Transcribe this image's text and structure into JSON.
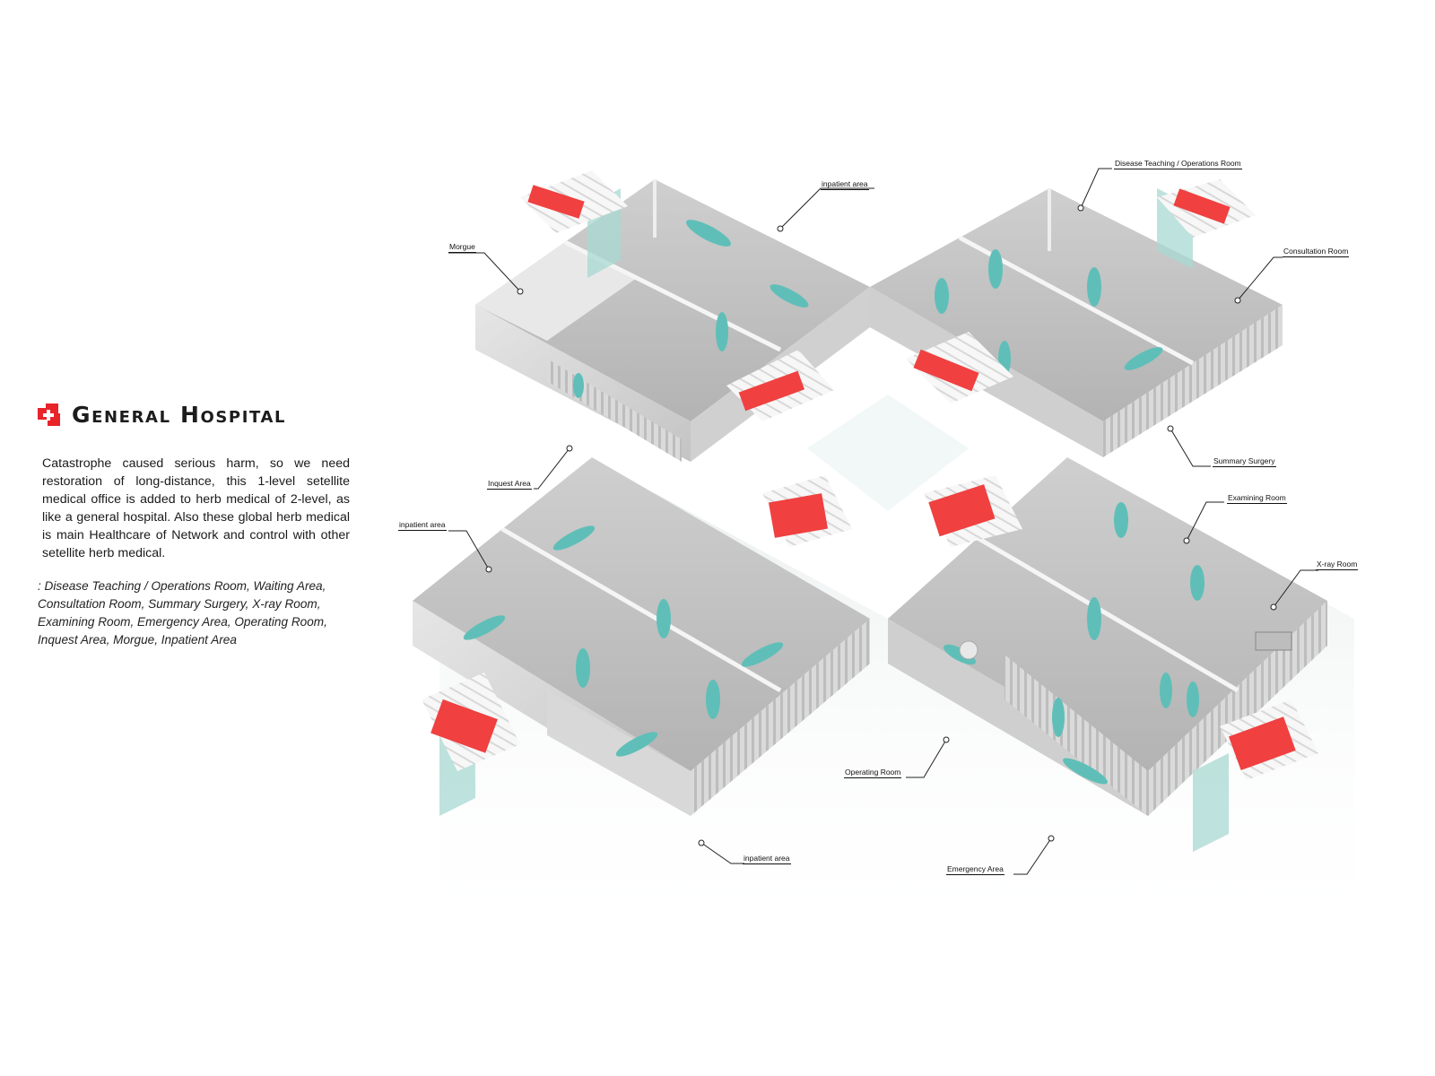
{
  "header": {
    "logo_icon": "red-cross-blocks-icon",
    "title": "General Hospital",
    "brand_color": "#e8242b"
  },
  "description": "Catastrophe caused serious harm, so we need restoration of long-distance, this 1-level setellite medical office is added to herb medical of 2-level, as like a general hospital. Also these global herb medical is main Healthcare of Network and control with other setellite herb medical.",
  "rooms_list": ": Disease Teaching / Operations Room, Waiting Area, Consultation Room, Summary Surgery, X-ray Room, Examining Room, Emergency Area, Operating Room, Inquest Area, Morgue, Inpatient Area",
  "diagram": {
    "colors": {
      "wall": "#d6d6d6",
      "floor": "#bfbfbf",
      "figure": "#5fbfb8",
      "glass": "#a8d8d2",
      "awning_red": "#f04040"
    },
    "callouts": [
      {
        "id": "morgue",
        "label": "Morgue"
      },
      {
        "id": "inpatient-top",
        "label": "inpatient area"
      },
      {
        "id": "disease-teaching",
        "label": "Disease Teaching / Operations Room"
      },
      {
        "id": "consultation",
        "label": "Consultation Room"
      },
      {
        "id": "summary-surgery",
        "label": "Summary Surgery"
      },
      {
        "id": "examining",
        "label": "Examining Room"
      },
      {
        "id": "inquest",
        "label": "Inquest Area"
      },
      {
        "id": "inpatient-left",
        "label": "inpatient area"
      },
      {
        "id": "xray",
        "label": "X-ray Room"
      },
      {
        "id": "operating",
        "label": "Operating Room"
      },
      {
        "id": "inpatient-bottom",
        "label": "inpatient area"
      },
      {
        "id": "emergency",
        "label": "Emergency Area"
      }
    ]
  }
}
